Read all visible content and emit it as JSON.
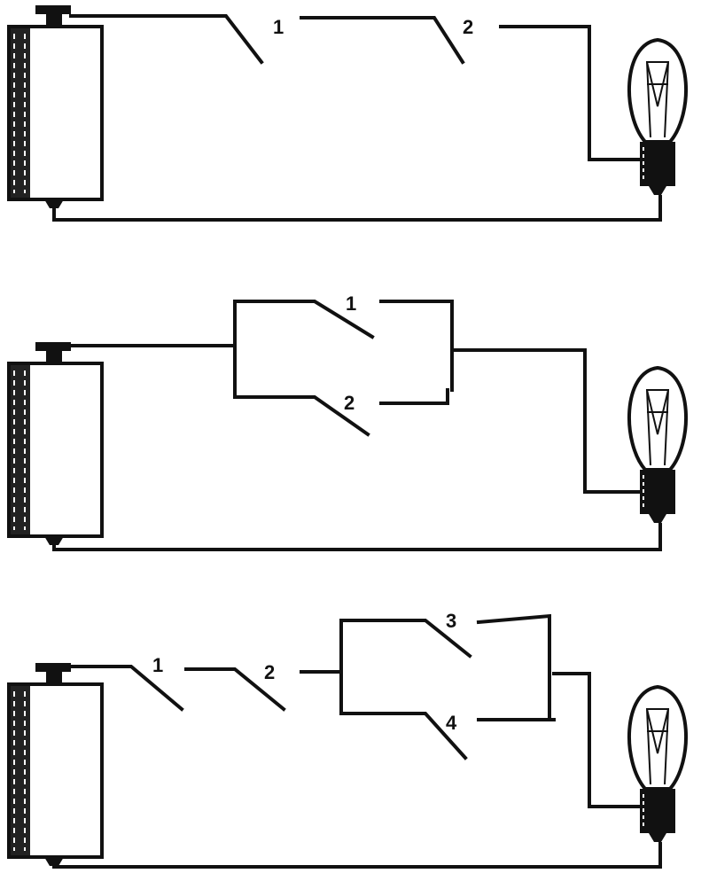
{
  "circuits": [
    {
      "name": "series",
      "labels": [
        "1",
        "2"
      ]
    },
    {
      "name": "parallel",
      "labels": [
        "1",
        "2"
      ]
    },
    {
      "name": "mixed",
      "labels": [
        "1",
        "2",
        "3",
        "4"
      ]
    }
  ],
  "colors": {
    "ink": "#111111",
    "paper": "#ffffff"
  }
}
